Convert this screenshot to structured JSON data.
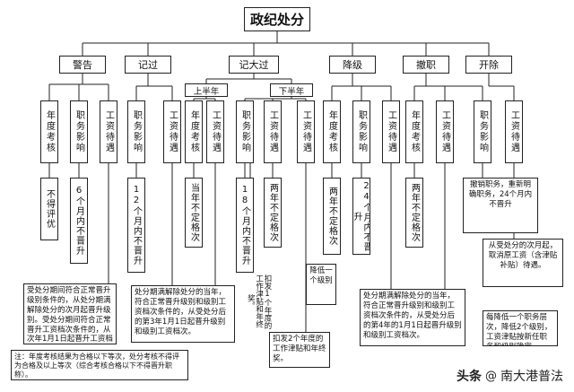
{
  "root": "政纪处分",
  "categories": {
    "warning": "警告",
    "demerit": "记过",
    "major_demerit": "记大过",
    "demotion": "降级",
    "dismissal_post": "撤职",
    "expulsion": "开除"
  },
  "sub": {
    "first_half": "上半年",
    "second_half": "下半年"
  },
  "leaves": {
    "annual_assessment": "年度考核",
    "promotion_effect": "职务影响",
    "salary_treatment": "工资待遇"
  },
  "results": {
    "warning_assess": "不得评优",
    "warning_promo": "6个月内不晋升",
    "demerit_promo": "12个月内不晋升",
    "demerit_assess": "当年不定格次",
    "major_promo": "18个月内不晋升",
    "major_assess": "两年不定格次",
    "demotion_assess": "两年不定格次",
    "demotion_promo": "24个月内不晋升",
    "dismissal_assess": "两年不定格次",
    "dismissal_promo": "撤销职务，重新明确职务，24个月内不晋升",
    "expulsion_salary": "从受处分的次月起，取消原工资（含津贴补贴）待遇。"
  },
  "paragraphs": {
    "warning_salary": "受处分期间符合正常晋升级别条件的，从处分期满解除处分的次月起晋升级别。受处分期间符合正常晋升工资档次条件的，从次年1月1日起晋升工资档次。",
    "demerit_first_half": "处分期满解除处分的当年，符合正常晋升级别和级别工资档次条件的，从受处分后的第3年1月1日起晋升级别和级别工资档次。",
    "second_half_suspend": "扣发1个年度的工作津贴和年终奖。",
    "demotion_rank": "降低一个级别",
    "major_two_year": "扣发2个年度的工作津贴和年终奖。",
    "demotion_salary": "处分期满解除处分的当年，符合正常晋升级别和级别工资档次条件的，从受处分后的第4年的1月1日起晋升级别和级别工资档次。",
    "dismissal_salary": "每降低一个职务层次，降低2个级别，工资津贴按新任职务和级别确定"
  },
  "note": "注：年度考核结果为合格以下等次，处分考核不得评为合格及以上等次（综合考核合格以下不得晋升职称）。",
  "watermark": {
    "brand": "头条",
    "at": "@",
    "account": "南大港普法"
  }
}
